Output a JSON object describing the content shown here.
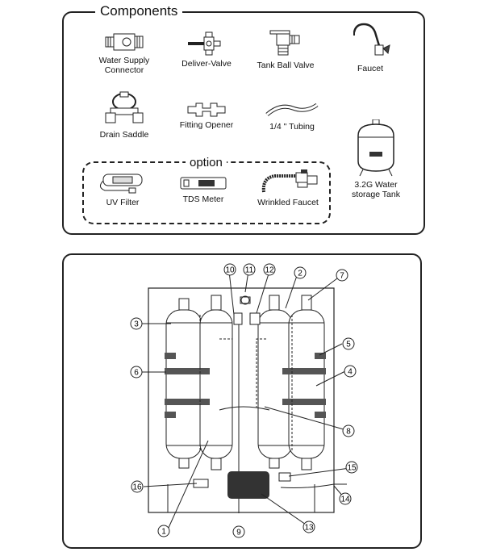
{
  "components_panel": {
    "title": "Components",
    "items": [
      {
        "key": "water_supply_connector",
        "label_line1": "Water Supply",
        "label_line2": "Connector"
      },
      {
        "key": "deliver_valve",
        "label_line1": "Deliver-Valve",
        "label_line2": ""
      },
      {
        "key": "tank_ball_valve",
        "label_line1": "Tank Ball Valve",
        "label_line2": ""
      },
      {
        "key": "faucet",
        "label_line1": "Faucet",
        "label_line2": ""
      },
      {
        "key": "drain_saddle",
        "label_line1": "Drain Saddle",
        "label_line2": ""
      },
      {
        "key": "fitting_opener",
        "label_line1": "Fitting Opener",
        "label_line2": ""
      },
      {
        "key": "tubing",
        "label_line1": "1/4 \" Tubing",
        "label_line2": ""
      },
      {
        "key": "storage_tank",
        "label_line1": "3.2G Water",
        "label_line2": "storage Tank"
      }
    ],
    "option": {
      "title": "option",
      "items": [
        {
          "key": "uv_filter",
          "label": "UV Filter"
        },
        {
          "key": "tds_meter",
          "label": "TDS Meter"
        },
        {
          "key": "wrinkled_faucet",
          "label": "Wrinkled Faucet"
        }
      ]
    }
  },
  "diagram_panel": {
    "callouts": [
      "1",
      "2",
      "3",
      "4",
      "5",
      "6",
      "7",
      "8",
      "9",
      "10",
      "11",
      "12",
      "13",
      "14",
      "15",
      "16"
    ]
  },
  "colors": {
    "line": "#222222",
    "fill": "#ffffff",
    "clip": "#555555",
    "box": "#333333"
  }
}
